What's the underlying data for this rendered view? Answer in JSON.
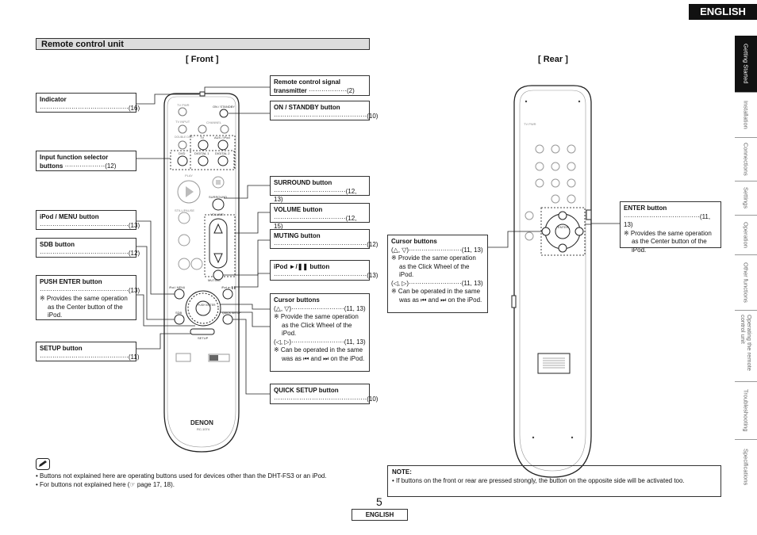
{
  "header": {
    "language": "ENGLISH"
  },
  "section": {
    "title": "Remote control unit"
  },
  "views": {
    "front": "[ Front ]",
    "rear": "[ Rear ]"
  },
  "callouts_left": [
    {
      "id": "indicator",
      "title": "Indicator",
      "ref": "(16)"
    },
    {
      "id": "input",
      "title": "Input function selector buttons",
      "ref": "(12)"
    },
    {
      "id": "ipodmenu",
      "title": "iPod / MENU button",
      "ref": "(13)"
    },
    {
      "id": "sdb",
      "title": "SDB button",
      "ref": "(12)"
    },
    {
      "id": "pushenter",
      "title": "PUSH ENTER button",
      "ref": "(13)",
      "note": "※ Provides the same operation as the Center button of the iPod."
    },
    {
      "id": "setup",
      "title": "SETUP button",
      "ref": "(11)"
    }
  ],
  "callouts_right": [
    {
      "id": "transmitter",
      "title": "Remote control signal transmitter",
      "ref": "(2)"
    },
    {
      "id": "onstandby",
      "title": "ON / STANDBY button",
      "ref": "(10)"
    },
    {
      "id": "surround",
      "title": "SURROUND button",
      "ref": "(12, 13)"
    },
    {
      "id": "volume",
      "title": "VOLUME button",
      "ref": "(12, 15)"
    },
    {
      "id": "muting",
      "title": "MUTING button",
      "ref": "(12)"
    },
    {
      "id": "ipodplay",
      "title": "iPod ►/❚❚ button",
      "ref": "(13)"
    },
    {
      "id": "quicksetup",
      "title": "QUICK SETUP button",
      "ref": "(10)"
    }
  ],
  "cursor_front": {
    "title": "Cursor buttons",
    "line1": "(△, ▽)",
    "ref1": "(11, 13)",
    "note1": "※ Provide the same operation as the Click Wheel of the iPod.",
    "line2": "(◁, ▷)",
    "ref2": "(11, 13)",
    "note2": "※ Can be operated in the same was as ⏮ and ⏭ on the iPod."
  },
  "cursor_rear": {
    "title": "Cursor buttons",
    "line1": "(△, ▽)",
    "ref1": "(11, 13)",
    "note1": "※ Provide the same operation as the Click Wheel of the iPod.",
    "line2": "(◁, ▷)",
    "ref2": "(11, 13)",
    "note2": "※ Can be operated in the same was as ⏮ and ⏭ on the iPod."
  },
  "enter_rear": {
    "title": "ENTER button",
    "ref": "(11, 13)",
    "note": "※ Provides the same operation as the Center button of the iPod."
  },
  "remote_front_labels": {
    "tv_pwr": "TV PWR",
    "on_standby": "ON / STANDBY",
    "tv_input": "TV INPUT",
    "channel": "CHANNEL",
    "double_disc": "DOUBLE DISC",
    "tv": "TV",
    "aux_ipod": "AUX / iPod",
    "dvd": "DVD",
    "digital1": "DIGITAL 1",
    "digital2": "DIGITAL 2",
    "play": "PLAY",
    "surround": "SURROUND",
    "still_pause": "STILL/PAUSE",
    "volume": "VOLUME",
    "muting": "MUTING",
    "ipod_menu": "iPod / MENU",
    "ipod_play": "iPod ►/❚❚",
    "sdb": "SDB",
    "push_enter": "PUSH ENTER",
    "quick_setup": "QUICK SETUP",
    "setup": "SETUP",
    "brand": "DENON",
    "model": "RC-1074"
  },
  "remote_rear_labels": {
    "tv_pwr": "TV PWR",
    "enter": "ENTER"
  },
  "side_nav": [
    "Getting Started",
    "Installation",
    "Connections",
    "Settings",
    "Operation",
    "Other functions",
    "Operating the remote control unit",
    "Troubleshooting",
    "Specifications"
  ],
  "notes_icon": "pencil-icon",
  "bullets": [
    "Buttons not explained here are operating buttons used for devices other than the DHT-FS3 or an iPod.",
    "For buttons not explained here (☞ page 17, 18)."
  ],
  "note_box": {
    "title": "NOTE:",
    "text": "If buttons on the front or rear are pressed strongly, the button on the opposite side will be activated too."
  },
  "footer": {
    "page": "5",
    "lang": "ENGLISH"
  }
}
